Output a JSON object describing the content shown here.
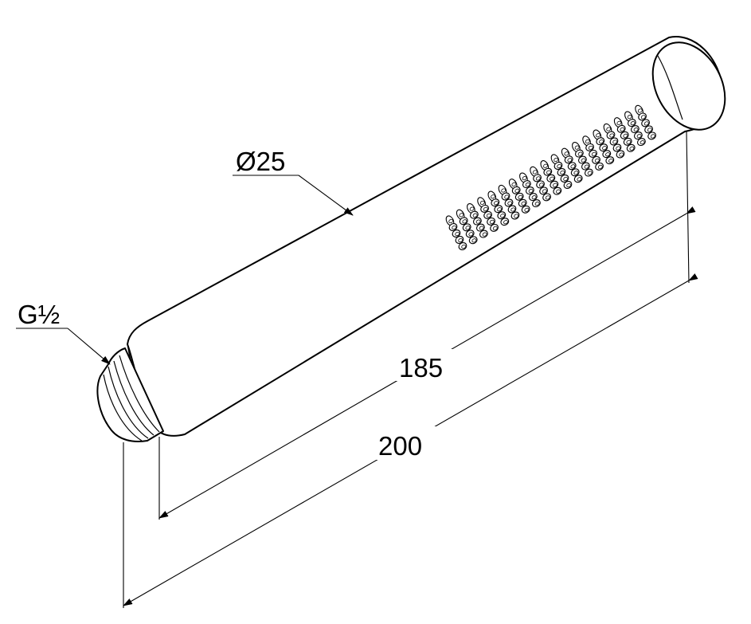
{
  "labels": {
    "diameter": "Ø25",
    "thread": "G½",
    "length_inner": "185",
    "length_total": "200"
  },
  "colors": {
    "line": "#000000",
    "background": "#ffffff"
  }
}
